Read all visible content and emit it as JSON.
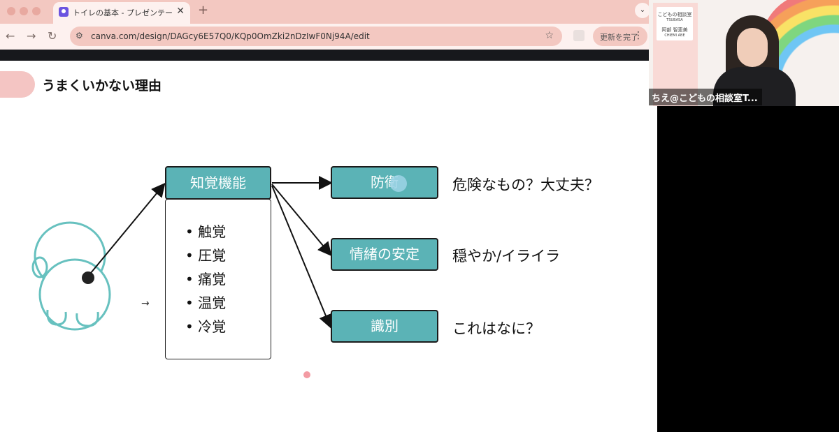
{
  "browser": {
    "tab_title": "トイレの基本 - プレゼンテーシ",
    "tab_close": "✕",
    "new_tab": "+",
    "tab_menu": "⌄",
    "nav": {
      "back": "←",
      "forward": "→",
      "reload": "↻"
    },
    "url": "canva.com/design/DAGcy6E57Q0/KQp0OmZki2nDzIwF0Nj94A/edit",
    "update_label": "更新を完了",
    "menu_dots": "⋮",
    "star": "☆"
  },
  "slide": {
    "title": "うまくいかない理由",
    "center_box": "知覚機能",
    "senses": [
      "触覚",
      "圧覚",
      "痛覚",
      "温覚",
      "冷覚"
    ],
    "bullet": "•",
    "outputs": [
      {
        "label": "防衛",
        "desc": "危険なもの？大丈夫？"
      },
      {
        "label": "情緒の安定",
        "desc": "穏やか/イライラ"
      },
      {
        "label": "識別",
        "desc": "これはなに？"
      }
    ],
    "small_arrow": "→"
  },
  "webcam": {
    "name_label": "ちえ@こどもの相談室T...",
    "poster_lines": [
      "こどもの相談室",
      "TSUBASA",
      "阿部 智恵美",
      "CHIEMI ABE"
    ]
  },
  "colors": {
    "tabbar": "#f3c8c1",
    "teal": "#5bb3b6",
    "pink_pill": "#f4c5c3"
  }
}
